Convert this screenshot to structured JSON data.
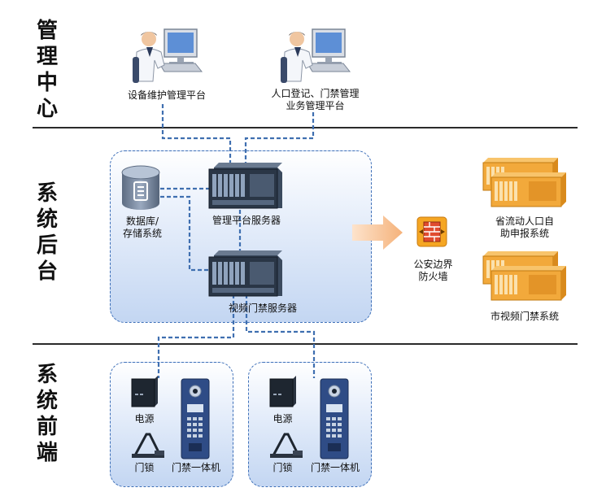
{
  "sections": {
    "management": "管理中心",
    "backend": "系统后台",
    "frontend": "系统前端"
  },
  "management": {
    "workstation_1": "设备维护管理平台",
    "workstation_2_line1": "人口登记、门禁管理",
    "workstation_2_line2": "业务管理平台"
  },
  "backend": {
    "database_line1": "数据库/",
    "database_line2": "存储系统",
    "mgmt_server": "管理平台服务器",
    "video_server": "视频门禁服务器",
    "firewall_line1": "公安边界",
    "firewall_line2": "防火墙",
    "external_1_line1": "省流动人口自",
    "external_1_line2": "助申报系统",
    "external_2": "市视频门禁系统"
  },
  "frontend": {
    "unit_1": {
      "power": "电源",
      "lock": "门锁",
      "terminal": "门禁一体机"
    },
    "unit_2": {
      "power": "电源",
      "lock": "门锁",
      "terminal": "门禁一体机"
    }
  },
  "colors": {
    "connector": "#3f6fb0",
    "panel_border": "#3d6fb8",
    "server_body": "#2a3646",
    "external_server": "#f2a93b",
    "arrow": "#f7c79a"
  }
}
